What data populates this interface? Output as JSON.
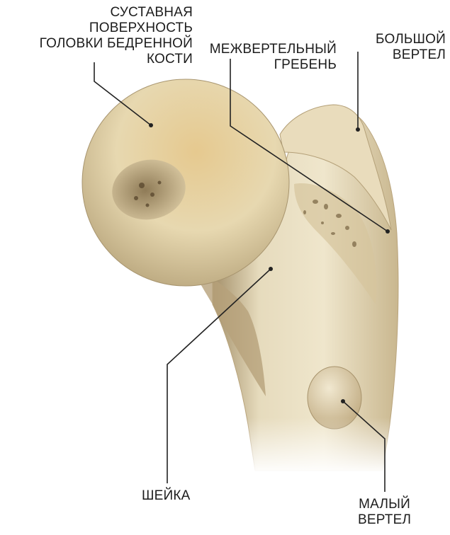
{
  "labels": {
    "head_surface": [
      "СУСТАВНАЯ",
      "ПОВЕРХНОСТЬ",
      "ГОЛОВКИ БЕДРЕННОЙ",
      "КОСТИ"
    ],
    "intertrochanteric_crest": [
      "МЕЖВЕРТЕЛЬНЫЙ",
      "ГРЕБЕНЬ"
    ],
    "greater_trochanter": [
      "БОЛЬШОЙ",
      "ВЕРТЕЛ"
    ],
    "neck": [
      "ШЕЙКА"
    ],
    "lesser_trochanter": [
      "МАЛЫЙ",
      "ВЕРТЕЛ"
    ]
  },
  "colors": {
    "bone_light": "#efe6cc",
    "bone_mid": "#d9c9a0",
    "bone_shadow": "#9c8a66",
    "head_highlight": "#e3c68d",
    "leader_line": "#222222",
    "text": "#1c1c1c"
  }
}
